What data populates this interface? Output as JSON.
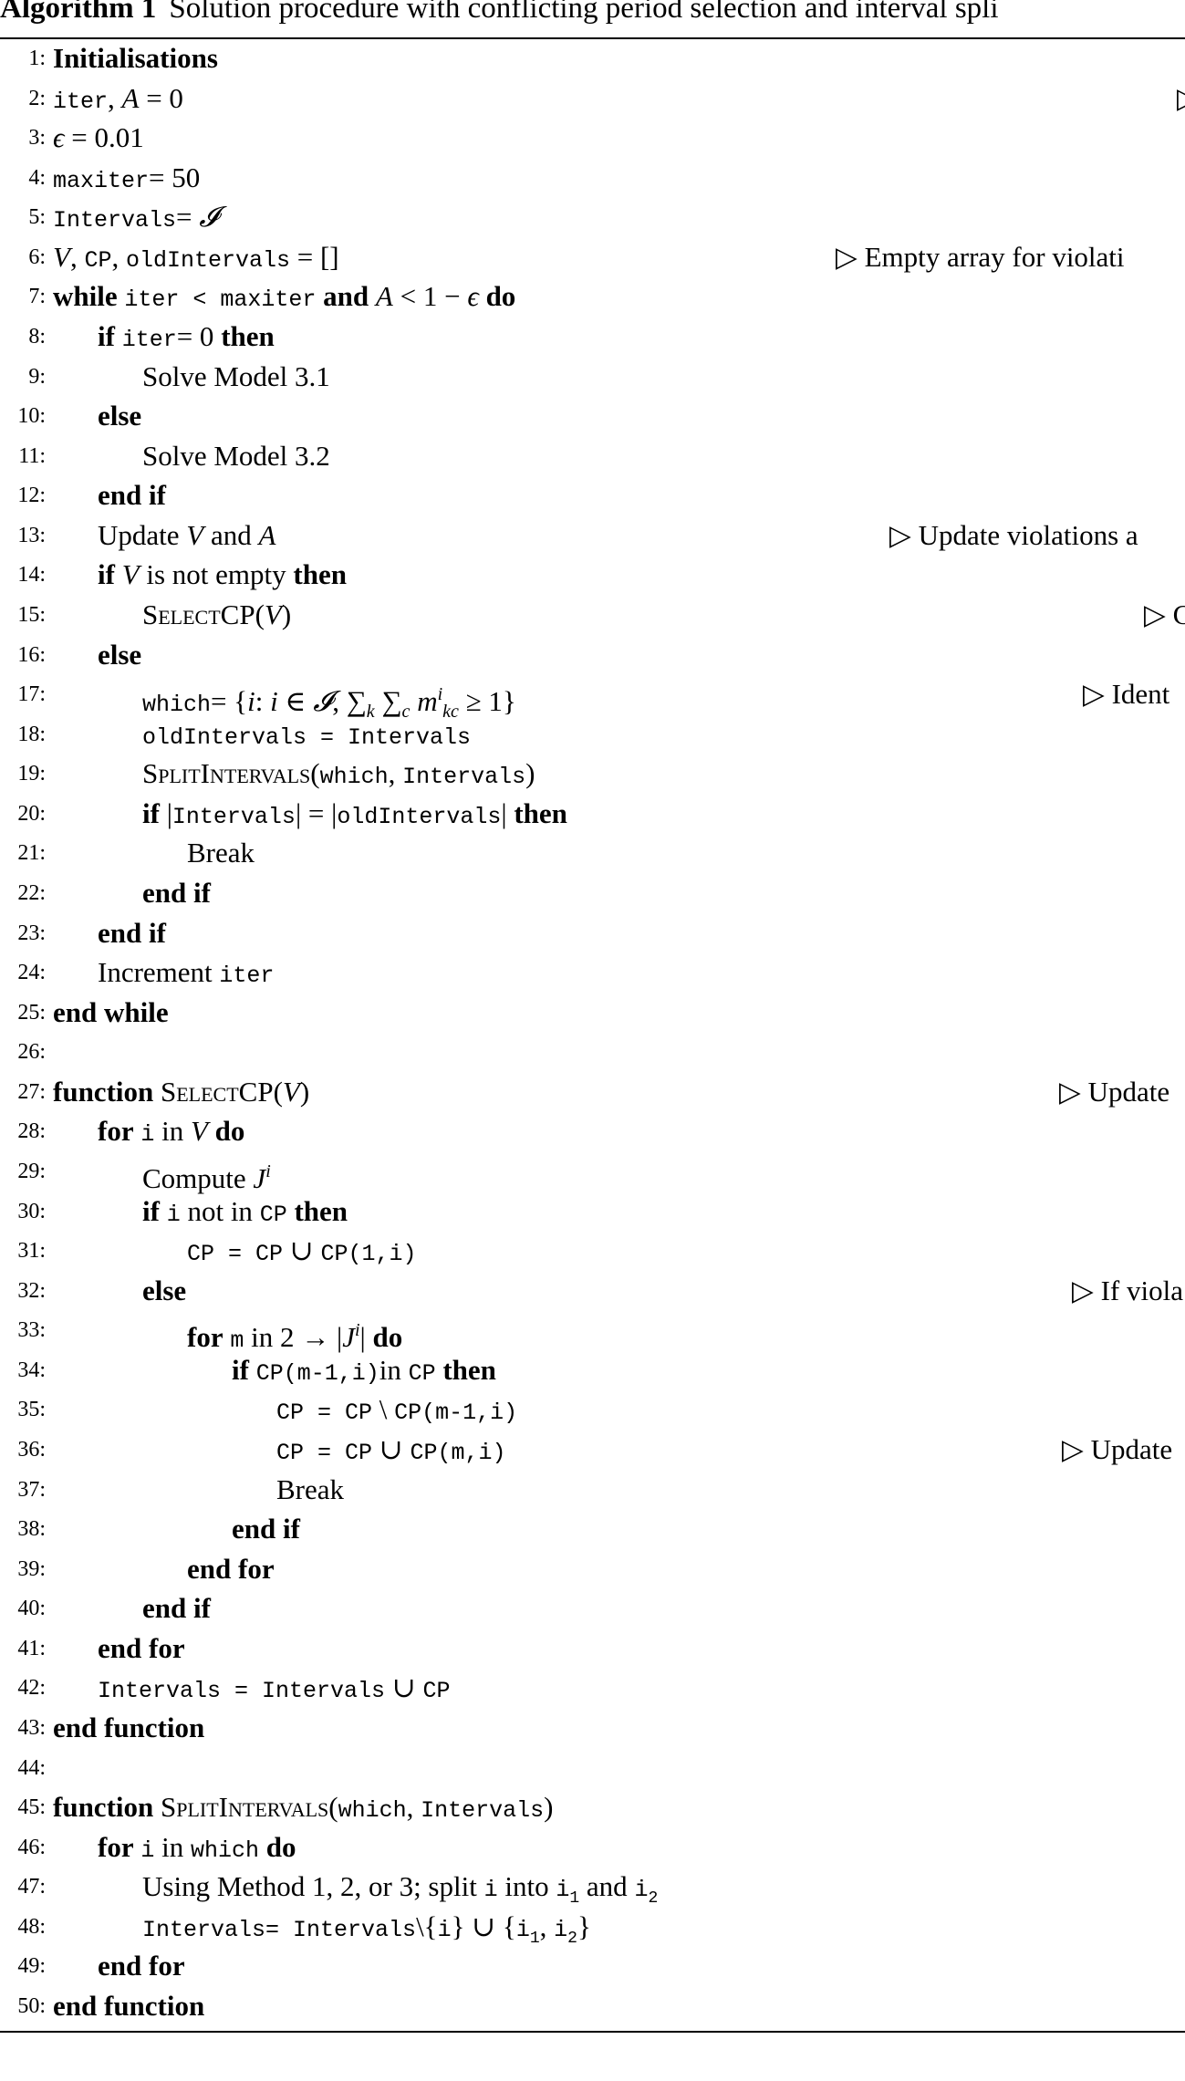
{
  "caption": {
    "label": "Algorithm 1",
    "text": "Solution procedure with conflicting period selection and interval spli"
  },
  "lines": [
    {
      "n": "1:",
      "ind": 0,
      "seg": [
        [
          "b",
          "Initialisations"
        ]
      ]
    },
    {
      "n": "2:",
      "ind": 0,
      "seg": [
        [
          "tt",
          "iter"
        ],
        [
          "r",
          ", "
        ],
        [
          "i",
          "A"
        ],
        [
          "r",
          " = 0"
        ]
      ],
      "comment": "▷"
    },
    {
      "n": "3:",
      "ind": 0,
      "seg": [
        [
          "i",
          "ϵ"
        ],
        [
          "r",
          " = 0.01"
        ]
      ]
    },
    {
      "n": "4:",
      "ind": 0,
      "seg": [
        [
          "tt",
          "maxiter"
        ],
        [
          "r",
          "= 50"
        ]
      ]
    },
    {
      "n": "5:",
      "ind": 0,
      "seg": [
        [
          "tt",
          "Intervals"
        ],
        [
          "r",
          "= "
        ],
        [
          "i",
          "𝓘"
        ]
      ]
    },
    {
      "n": "6:",
      "ind": 0,
      "seg": [
        [
          "i",
          "V"
        ],
        [
          "r",
          ", "
        ],
        [
          "tt",
          "CP"
        ],
        [
          "r",
          ", "
        ],
        [
          "tt",
          "oldIntervals"
        ],
        [
          "r",
          " = []"
        ]
      ],
      "comment": "▷ Empty array for violati"
    },
    {
      "n": "7:",
      "ind": 0,
      "seg": [
        [
          "b",
          "while"
        ],
        [
          "r",
          " "
        ],
        [
          "tt",
          "iter < maxiter"
        ],
        [
          "r",
          " "
        ],
        [
          "b",
          "and"
        ],
        [
          "r",
          " "
        ],
        [
          "i",
          "A"
        ],
        [
          "r",
          " < 1 − "
        ],
        [
          "i",
          "ϵ"
        ],
        [
          "r",
          " "
        ],
        [
          "b",
          "do"
        ]
      ]
    },
    {
      "n": "8:",
      "ind": 1,
      "seg": [
        [
          "b",
          "if"
        ],
        [
          "r",
          " "
        ],
        [
          "tt",
          "iter"
        ],
        [
          "r",
          "= 0 "
        ],
        [
          "b",
          "then"
        ]
      ]
    },
    {
      "n": "9:",
      "ind": 2,
      "seg": [
        [
          "r",
          "Solve Model 3.1"
        ]
      ]
    },
    {
      "n": "10:",
      "ind": 1,
      "seg": [
        [
          "b",
          "else"
        ]
      ]
    },
    {
      "n": "11:",
      "ind": 2,
      "seg": [
        [
          "r",
          "Solve Model 3.2"
        ]
      ]
    },
    {
      "n": "12:",
      "ind": 1,
      "seg": [
        [
          "b",
          "end if"
        ]
      ]
    },
    {
      "n": "13:",
      "ind": 1,
      "seg": [
        [
          "r",
          "Update "
        ],
        [
          "i",
          "V"
        ],
        [
          "r",
          " and "
        ],
        [
          "i",
          "A"
        ]
      ],
      "comment": "▷ Update violations a"
    },
    {
      "n": "14:",
      "ind": 1,
      "seg": [
        [
          "b",
          "if"
        ],
        [
          "r",
          " "
        ],
        [
          "i",
          "V"
        ],
        [
          "r",
          " is not empty "
        ],
        [
          "b",
          "then"
        ]
      ]
    },
    {
      "n": "15:",
      "ind": 2,
      "seg": [
        [
          "sc",
          "SelectCP"
        ],
        [
          "r",
          "("
        ],
        [
          "i",
          "V"
        ],
        [
          "r",
          ")"
        ]
      ],
      "comment": "▷ C"
    },
    {
      "n": "16:",
      "ind": 1,
      "seg": [
        [
          "b",
          "else"
        ]
      ]
    },
    {
      "n": "17:",
      "ind": 2,
      "seg": [
        [
          "tt",
          "which"
        ],
        [
          "r",
          "= {"
        ],
        [
          "i",
          "i"
        ],
        [
          "r",
          ": "
        ],
        [
          "i",
          "i"
        ],
        [
          "r",
          " ∈ "
        ],
        [
          "i",
          "𝓘"
        ],
        [
          "r",
          ", ∑"
        ],
        [
          "sub",
          "k"
        ],
        [
          "r",
          " ∑"
        ],
        [
          "sub",
          "c"
        ],
        [
          "r",
          " "
        ],
        [
          "i",
          "m"
        ],
        [
          "sup",
          "i"
        ],
        [
          "sub",
          "kc"
        ],
        [
          "r",
          " ≥ 1}"
        ]
      ],
      "comment": "▷ Ident"
    },
    {
      "n": "18:",
      "ind": 2,
      "seg": [
        [
          "tt",
          "oldIntervals = Intervals"
        ]
      ]
    },
    {
      "n": "19:",
      "ind": 2,
      "seg": [
        [
          "sc",
          "SplitIntervals"
        ],
        [
          "r",
          "("
        ],
        [
          "tt",
          "which"
        ],
        [
          "r",
          ", "
        ],
        [
          "tt",
          "Intervals"
        ],
        [
          "r",
          ")"
        ]
      ]
    },
    {
      "n": "20:",
      "ind": 2,
      "seg": [
        [
          "b",
          "if"
        ],
        [
          "r",
          " |"
        ],
        [
          "tt",
          "Intervals"
        ],
        [
          "r",
          "| = |"
        ],
        [
          "tt",
          "oldIntervals"
        ],
        [
          "r",
          "| "
        ],
        [
          "b",
          "then"
        ]
      ]
    },
    {
      "n": "21:",
      "ind": 3,
      "seg": [
        [
          "r",
          "Break"
        ]
      ]
    },
    {
      "n": "22:",
      "ind": 2,
      "seg": [
        [
          "b",
          "end if"
        ]
      ]
    },
    {
      "n": "23:",
      "ind": 1,
      "seg": [
        [
          "b",
          "end if"
        ]
      ]
    },
    {
      "n": "24:",
      "ind": 1,
      "seg": [
        [
          "r",
          "Increment "
        ],
        [
          "tt",
          "iter"
        ]
      ]
    },
    {
      "n": "25:",
      "ind": 0,
      "seg": [
        [
          "b",
          "end while"
        ]
      ]
    },
    {
      "n": "26:",
      "ind": 0,
      "seg": []
    },
    {
      "n": "27:",
      "ind": 0,
      "seg": [
        [
          "b",
          "function"
        ],
        [
          "r",
          " "
        ],
        [
          "sc",
          "SelectCP"
        ],
        [
          "r",
          "("
        ],
        [
          "i",
          "V"
        ],
        [
          "r",
          ")"
        ]
      ],
      "comment": "▷ Update"
    },
    {
      "n": "28:",
      "ind": 1,
      "seg": [
        [
          "b",
          "for"
        ],
        [
          "r",
          " "
        ],
        [
          "tt",
          "i"
        ],
        [
          "r",
          " in "
        ],
        [
          "i",
          "V"
        ],
        [
          "r",
          " "
        ],
        [
          "b",
          "do"
        ]
      ]
    },
    {
      "n": "29:",
      "ind": 2,
      "seg": [
        [
          "r",
          "Compute "
        ],
        [
          "i",
          "J"
        ],
        [
          "sup",
          "i"
        ]
      ]
    },
    {
      "n": "30:",
      "ind": 2,
      "seg": [
        [
          "b",
          "if"
        ],
        [
          "r",
          " "
        ],
        [
          "tt",
          "i"
        ],
        [
          "r",
          " not in "
        ],
        [
          "tt",
          "CP"
        ],
        [
          "r",
          " "
        ],
        [
          "b",
          "then"
        ]
      ]
    },
    {
      "n": "31:",
      "ind": 3,
      "seg": [
        [
          "tt",
          "CP = CP"
        ],
        [
          "r",
          " ∪ "
        ],
        [
          "tt",
          "CP(1,i)"
        ]
      ]
    },
    {
      "n": "32:",
      "ind": 2,
      "seg": [
        [
          "b",
          "else"
        ]
      ],
      "comment": "▷ If viola"
    },
    {
      "n": "33:",
      "ind": 3,
      "seg": [
        [
          "b",
          "for"
        ],
        [
          "r",
          " "
        ],
        [
          "tt",
          "m"
        ],
        [
          "r",
          " in 2 → |"
        ],
        [
          "i",
          "J"
        ],
        [
          "sup",
          "i"
        ],
        [
          "r",
          "| "
        ],
        [
          "b",
          "do"
        ]
      ]
    },
    {
      "n": "34:",
      "ind": 4,
      "seg": [
        [
          "b",
          "if"
        ],
        [
          "r",
          " "
        ],
        [
          "tt",
          "CP(m-1,i)"
        ],
        [
          "r",
          "in "
        ],
        [
          "tt",
          "CP"
        ],
        [
          "r",
          " "
        ],
        [
          "b",
          "then"
        ]
      ]
    },
    {
      "n": "35:",
      "ind": 5,
      "seg": [
        [
          "tt",
          "CP = CP"
        ],
        [
          "r",
          " \\ "
        ],
        [
          "tt",
          "CP(m-1,i)"
        ]
      ]
    },
    {
      "n": "36:",
      "ind": 5,
      "seg": [
        [
          "tt",
          "CP = CP"
        ],
        [
          "r",
          " ∪ "
        ],
        [
          "tt",
          "CP(m,i)"
        ]
      ],
      "comment": "▷ Update"
    },
    {
      "n": "37:",
      "ind": 5,
      "seg": [
        [
          "r",
          "Break"
        ]
      ]
    },
    {
      "n": "38:",
      "ind": 4,
      "seg": [
        [
          "b",
          "end if"
        ]
      ]
    },
    {
      "n": "39:",
      "ind": 3,
      "seg": [
        [
          "b",
          "end for"
        ]
      ]
    },
    {
      "n": "40:",
      "ind": 2,
      "seg": [
        [
          "b",
          "end if"
        ]
      ]
    },
    {
      "n": "41:",
      "ind": 1,
      "seg": [
        [
          "b",
          "end for"
        ]
      ]
    },
    {
      "n": "42:",
      "ind": 1,
      "seg": [
        [
          "tt",
          "Intervals = Intervals"
        ],
        [
          "r",
          " ∪ "
        ],
        [
          "tt",
          "CP"
        ]
      ]
    },
    {
      "n": "43:",
      "ind": 0,
      "seg": [
        [
          "b",
          "end function"
        ]
      ]
    },
    {
      "n": "44:",
      "ind": 0,
      "seg": []
    },
    {
      "n": "45:",
      "ind": 0,
      "seg": [
        [
          "b",
          "function"
        ],
        [
          "r",
          " "
        ],
        [
          "sc",
          "SplitIntervals"
        ],
        [
          "r",
          "("
        ],
        [
          "tt",
          "which"
        ],
        [
          "r",
          ", "
        ],
        [
          "tt",
          "Intervals"
        ],
        [
          "r",
          ")"
        ]
      ]
    },
    {
      "n": "46:",
      "ind": 1,
      "seg": [
        [
          "b",
          "for"
        ],
        [
          "r",
          " "
        ],
        [
          "tt",
          "i"
        ],
        [
          "r",
          " in "
        ],
        [
          "tt",
          "which"
        ],
        [
          "r",
          " "
        ],
        [
          "b",
          "do"
        ]
      ]
    },
    {
      "n": "47:",
      "ind": 2,
      "seg": [
        [
          "r",
          "Using Method 1, 2, or 3; split "
        ],
        [
          "tt",
          "i"
        ],
        [
          "r",
          " into "
        ],
        [
          "tt",
          "i"
        ],
        [
          "ttsub",
          "1"
        ],
        [
          "r",
          " and "
        ],
        [
          "tt",
          "i"
        ],
        [
          "ttsub",
          "2"
        ]
      ]
    },
    {
      "n": "48:",
      "ind": 2,
      "seg": [
        [
          "tt",
          "Intervals= Intervals"
        ],
        [
          "r",
          "\\{"
        ],
        [
          "tt",
          "i"
        ],
        [
          "r",
          "} ∪ {"
        ],
        [
          "tt",
          "i"
        ],
        [
          "ttsub",
          "1"
        ],
        [
          "r",
          ", "
        ],
        [
          "tt",
          "i"
        ],
        [
          "ttsub",
          "2"
        ],
        [
          "r",
          "}"
        ]
      ]
    },
    {
      "n": "49:",
      "ind": 1,
      "seg": [
        [
          "b",
          "end for"
        ]
      ]
    },
    {
      "n": "50:",
      "ind": 0,
      "seg": [
        [
          "b",
          "end function"
        ]
      ]
    }
  ]
}
